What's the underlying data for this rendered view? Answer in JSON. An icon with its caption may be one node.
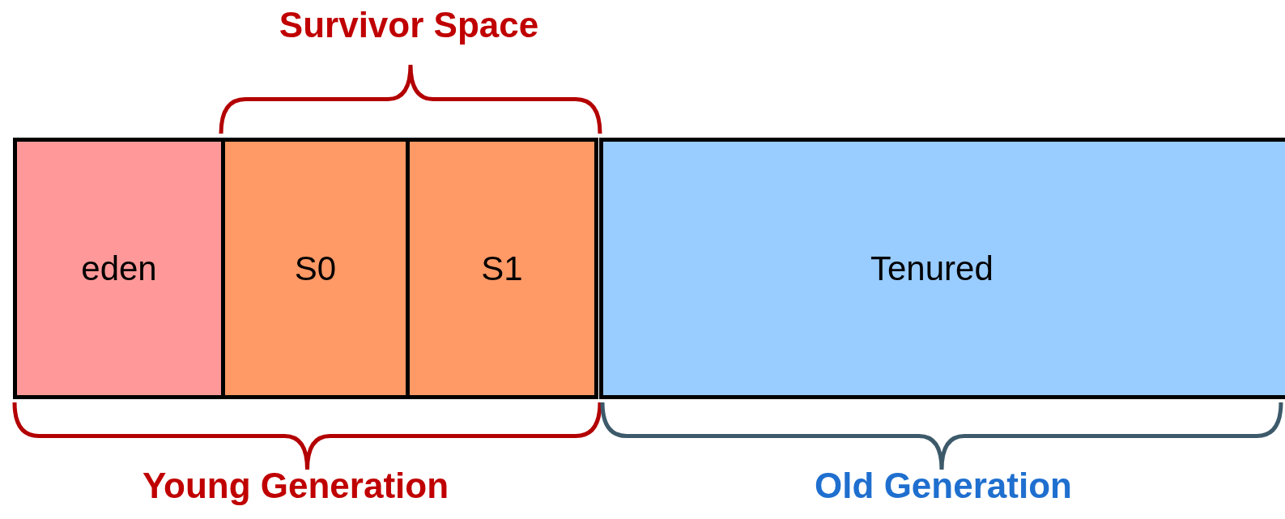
{
  "diagram": {
    "nodes": [
      {
        "text": [
          "eden"
        ]
      },
      {
        "text": [
          "S0"
        ]
      },
      {
        "text": [
          "S1"
        ]
      },
      {
        "text": [
          "Tenured"
        ]
      }
    ],
    "labels": [
      "Survivor Space",
      "Young Generation",
      "Old Generation"
    ]
  }
}
